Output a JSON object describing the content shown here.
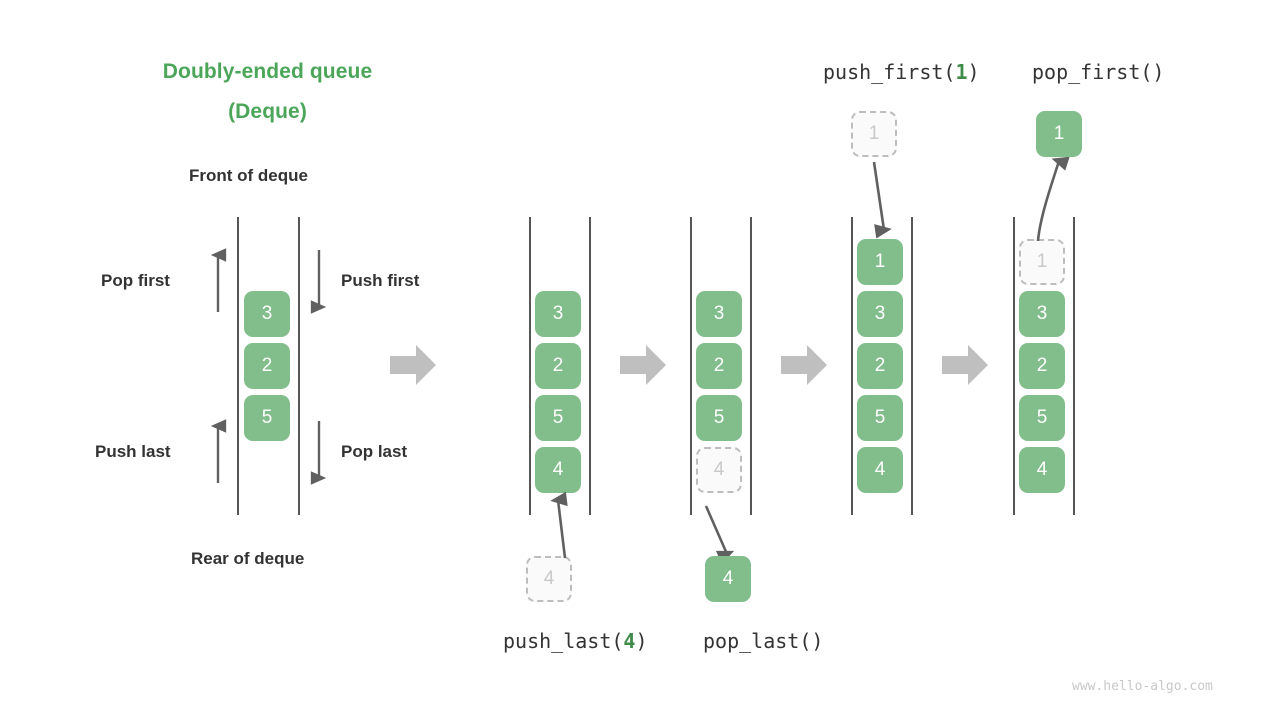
{
  "diagram": {
    "title_line1": "Doubly-ended queue",
    "title_line2": "(Deque)",
    "front_label": "Front of deque",
    "rear_label": "Rear of deque",
    "watermark": "www.hello-algo.com",
    "accent_green": "#4CA65A",
    "cell_green": "#81BE8B",
    "ghost_gray": "#BDBDBD",
    "arrow_gray": "#606060",
    "step_arrow_gray": "#BFBFBF"
  },
  "operations": {
    "pop_first_label": "Pop first",
    "push_first_label": "Push first",
    "push_last_label": "Push last",
    "pop_last_label": "Pop last"
  },
  "captions": {
    "push_first": {
      "name": "push_first(",
      "arg": "1",
      "close": ")"
    },
    "pop_first": {
      "name": "pop_first()",
      "arg": "",
      "close": ""
    },
    "push_last": {
      "name": "push_last(",
      "arg": "4",
      "close": ")"
    },
    "pop_last": {
      "name": "pop_last()",
      "arg": "",
      "close": ""
    }
  },
  "deques": [
    {
      "id": "initial",
      "cells": [
        {
          "value": "3",
          "state": "solid"
        },
        {
          "value": "2",
          "state": "solid"
        },
        {
          "value": "5",
          "state": "solid"
        }
      ]
    },
    {
      "id": "after-push-last",
      "cells": [
        {
          "value": "3",
          "state": "solid"
        },
        {
          "value": "2",
          "state": "solid"
        },
        {
          "value": "5",
          "state": "solid"
        },
        {
          "value": "4",
          "state": "solid"
        }
      ]
    },
    {
      "id": "before-pop-last",
      "cells": [
        {
          "value": "3",
          "state": "solid"
        },
        {
          "value": "2",
          "state": "solid"
        },
        {
          "value": "5",
          "state": "solid"
        },
        {
          "value": "4",
          "state": "ghost"
        }
      ]
    },
    {
      "id": "after-push-first",
      "cells": [
        {
          "value": "1",
          "state": "solid"
        },
        {
          "value": "3",
          "state": "solid"
        },
        {
          "value": "2",
          "state": "solid"
        },
        {
          "value": "5",
          "state": "solid"
        },
        {
          "value": "4",
          "state": "solid"
        }
      ]
    },
    {
      "id": "after-pop-first",
      "cells": [
        {
          "value": "1",
          "state": "ghost"
        },
        {
          "value": "3",
          "state": "solid"
        },
        {
          "value": "2",
          "state": "solid"
        },
        {
          "value": "5",
          "state": "solid"
        },
        {
          "value": "4",
          "state": "solid"
        }
      ]
    }
  ],
  "floating_cells": {
    "push_first_in": {
      "value": "1",
      "state": "ghost"
    },
    "pop_first_out": {
      "value": "1",
      "state": "solid"
    },
    "push_last_in": {
      "value": "4",
      "state": "ghost"
    },
    "pop_last_out": {
      "value": "4",
      "state": "solid"
    }
  }
}
